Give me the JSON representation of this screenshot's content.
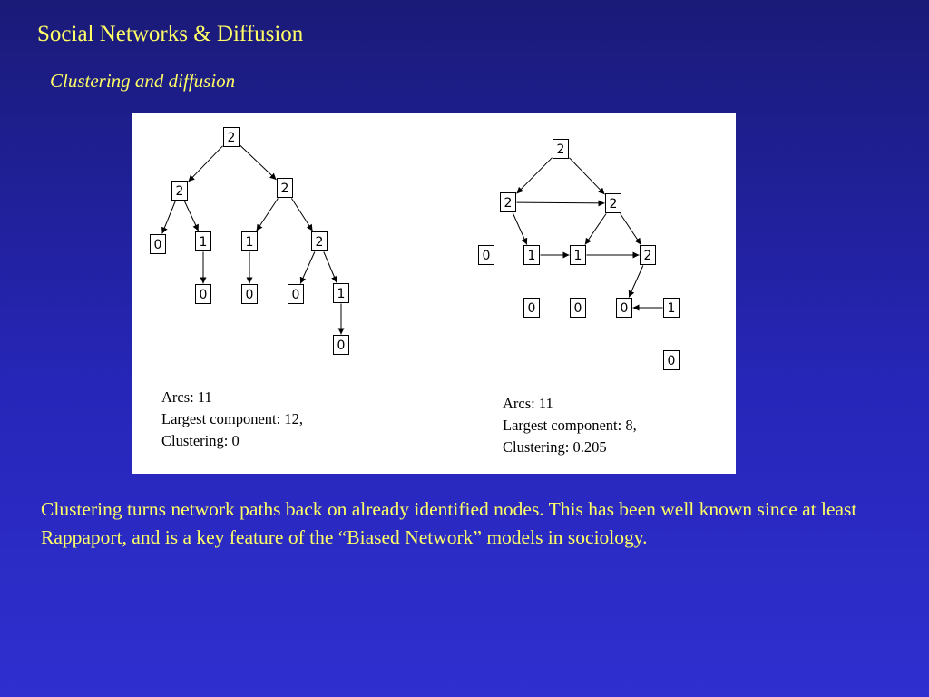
{
  "slide": {
    "title": "Social Networks & Diffusion",
    "subtitle": "Clustering and diffusion",
    "body": "Clustering turns network paths back on already identified nodes.  This has been well known since at least Rappaport, and is a key feature of the “Biased Network” models in sociology."
  },
  "diagrams": [
    {
      "name": "left-network",
      "nodes": [
        {
          "id": "a",
          "label": "2"
        },
        {
          "id": "b",
          "label": "2"
        },
        {
          "id": "c",
          "label": "2"
        },
        {
          "id": "d",
          "label": "0"
        },
        {
          "id": "e",
          "label": "1"
        },
        {
          "id": "f",
          "label": "1"
        },
        {
          "id": "g",
          "label": "2"
        },
        {
          "id": "h",
          "label": "0"
        },
        {
          "id": "i",
          "label": "0"
        },
        {
          "id": "j",
          "label": "0"
        },
        {
          "id": "k",
          "label": "1"
        },
        {
          "id": "l",
          "label": "0"
        }
      ],
      "edges": [
        [
          "a",
          "b"
        ],
        [
          "a",
          "c"
        ],
        [
          "b",
          "d"
        ],
        [
          "b",
          "e"
        ],
        [
          "c",
          "f"
        ],
        [
          "c",
          "g"
        ],
        [
          "e",
          "h"
        ],
        [
          "f",
          "i"
        ],
        [
          "g",
          "j"
        ],
        [
          "g",
          "k"
        ],
        [
          "k",
          "l"
        ]
      ],
      "stats": {
        "arcs": "Arcs: 11",
        "largest": "Largest component: 12,",
        "clustering": "Clustering: 0"
      }
    },
    {
      "name": "right-network",
      "nodes": [
        {
          "id": "A",
          "label": "2"
        },
        {
          "id": "B",
          "label": "2"
        },
        {
          "id": "C",
          "label": "2"
        },
        {
          "id": "D",
          "label": "0"
        },
        {
          "id": "E",
          "label": "1"
        },
        {
          "id": "F",
          "label": "1"
        },
        {
          "id": "G",
          "label": "2"
        },
        {
          "id": "H",
          "label": "0"
        },
        {
          "id": "I",
          "label": "0"
        },
        {
          "id": "J",
          "label": "0"
        },
        {
          "id": "K",
          "label": "1"
        },
        {
          "id": "L",
          "label": "0"
        }
      ],
      "edges": [
        [
          "A",
          "B"
        ],
        [
          "A",
          "C"
        ],
        [
          "B",
          "C"
        ],
        [
          "B",
          "E"
        ],
        [
          "C",
          "F"
        ],
        [
          "C",
          "G"
        ],
        [
          "E",
          "F"
        ],
        [
          "F",
          "G"
        ],
        [
          "G",
          "J"
        ],
        [
          "K",
          "J"
        ]
      ],
      "stats": {
        "arcs": "Arcs: 11",
        "largest": "Largest component: 8,",
        "clustering": "Clustering: 0.205"
      }
    }
  ]
}
